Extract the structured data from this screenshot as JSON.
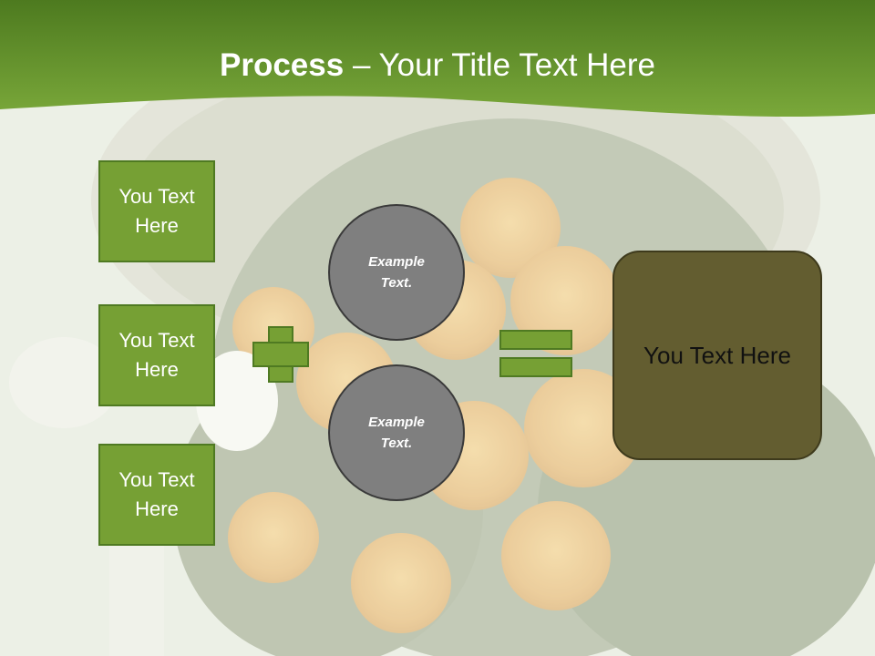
{
  "title": {
    "bold": "Process",
    "rest": " – Your Title Text Here"
  },
  "left_boxes": [
    {
      "label": "You Text Here"
    },
    {
      "label": "You Text Here"
    },
    {
      "label": "You Text Here"
    }
  ],
  "circles": [
    {
      "label": "Example Text."
    },
    {
      "label": "Example Text."
    }
  ],
  "result": {
    "label": "You Text Here"
  },
  "colors": {
    "header_green": "#6f9a2e",
    "box_green": "#76a034",
    "circle_gray": "#7f7f7f",
    "result_olive": "#635d30"
  }
}
